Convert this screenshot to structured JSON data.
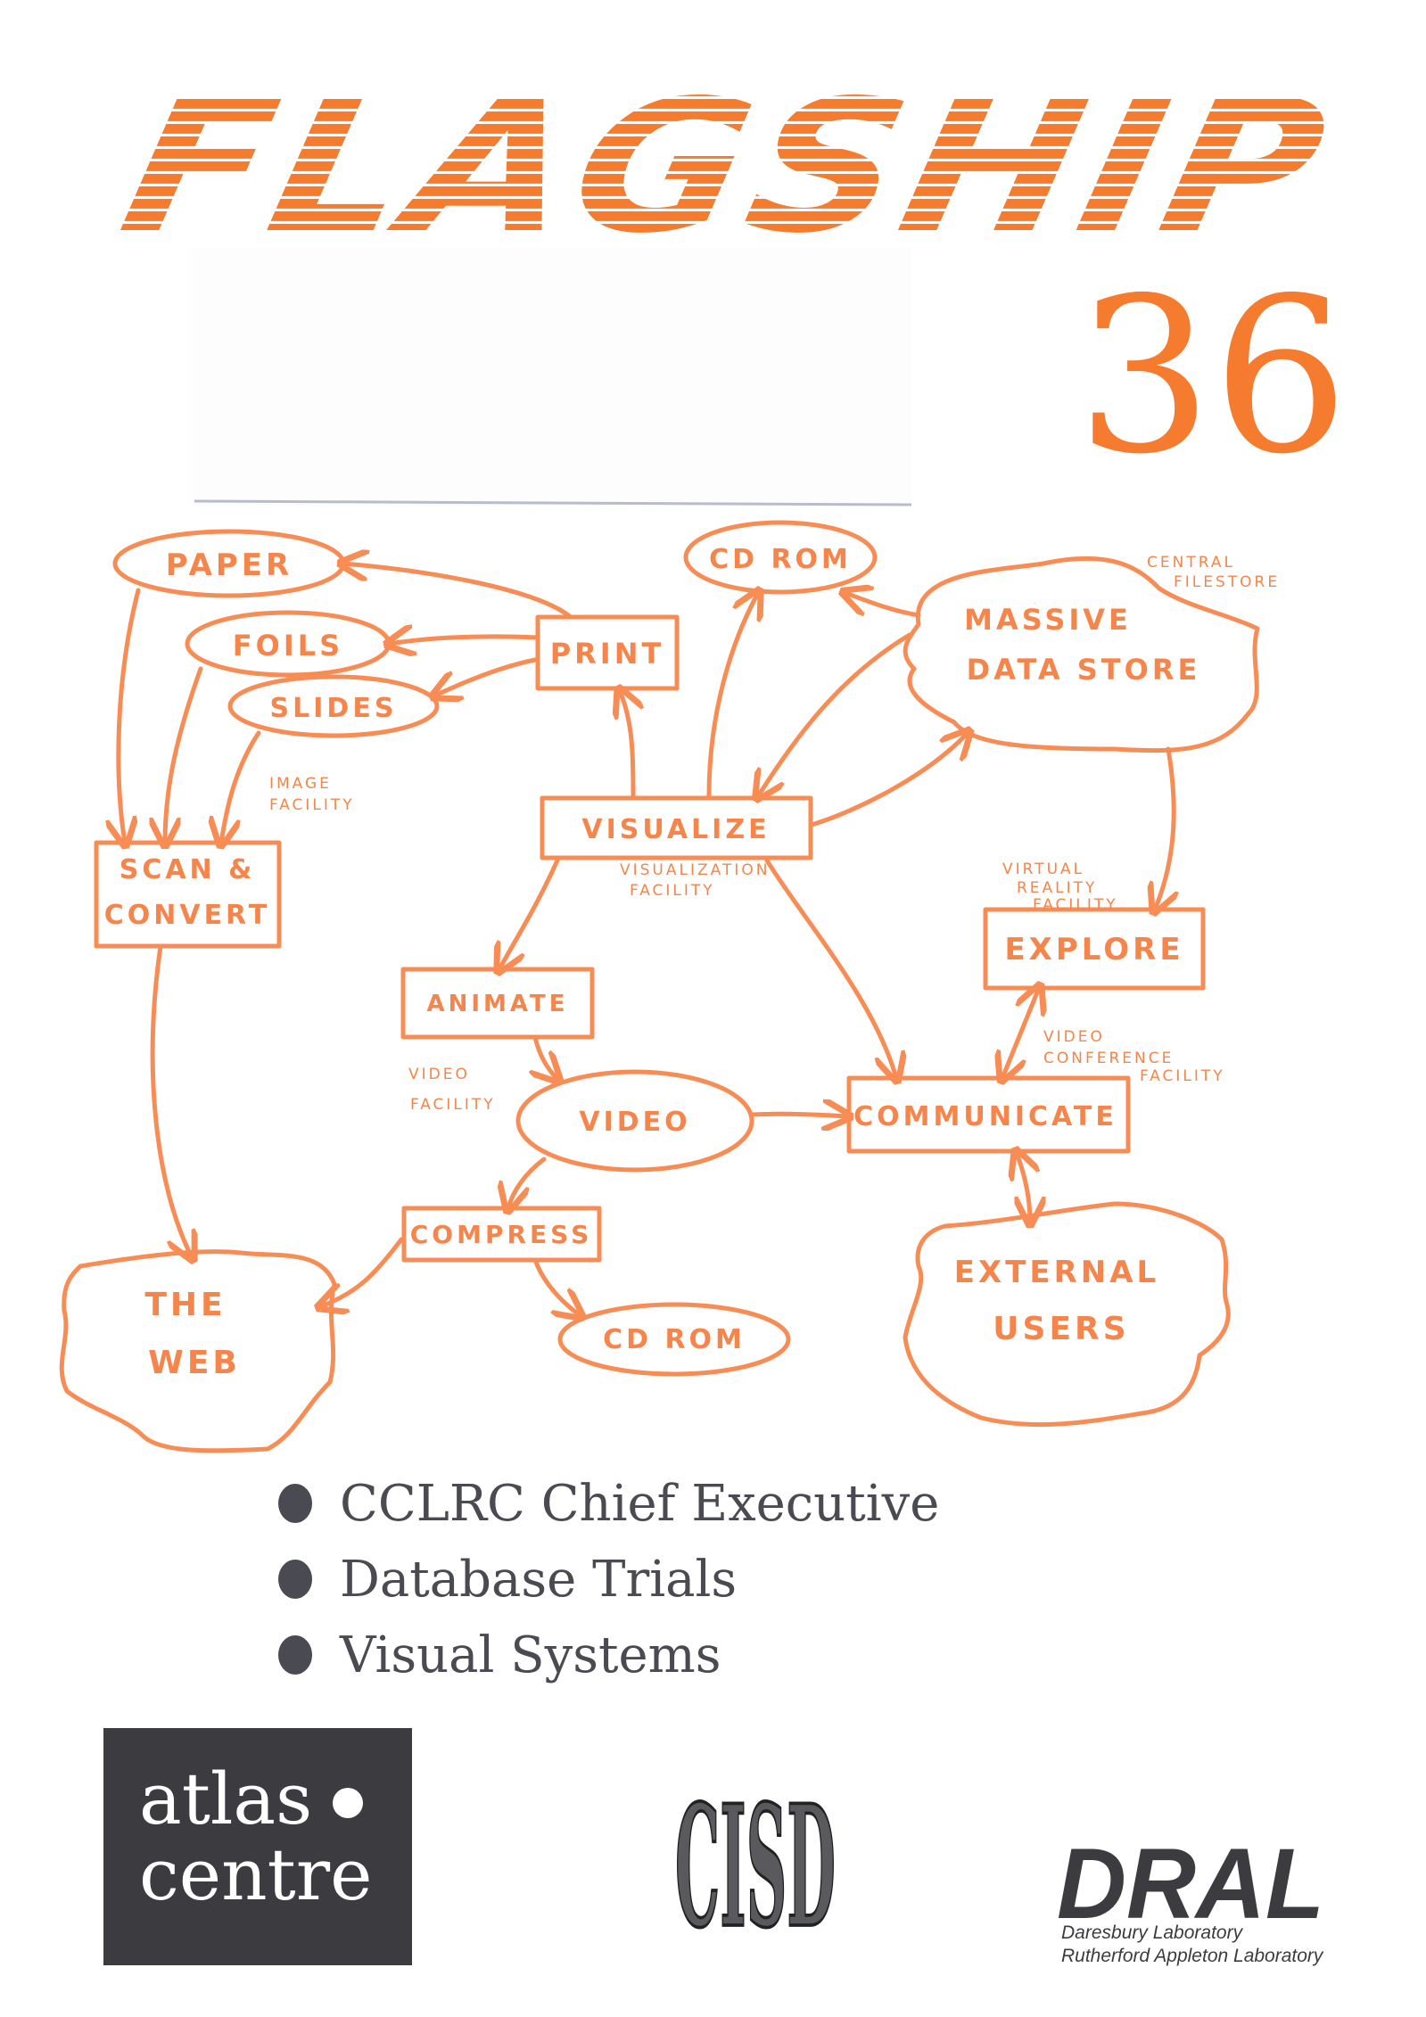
{
  "header": {
    "title": "FLAGSHIP",
    "issue_number": "36"
  },
  "colors": {
    "accent": "#f57b2f",
    "sketch": "#f5854a",
    "dark": "#3c3c40"
  },
  "diagram": {
    "nodes": {
      "paper": "PAPER",
      "foils": "FOILS",
      "slides": "SLIDES",
      "print": "PRINT",
      "cd_rom_top": "CD ROM",
      "massive_1": "MASSIVE",
      "massive_2": "DATA STORE",
      "scan_1": "SCAN &",
      "scan_2": "CONVERT",
      "visualize": "VISUALIZE",
      "explore": "EXPLORE",
      "animate": "ANIMATE",
      "video": "VIDEO",
      "communicate": "COMMUNICATE",
      "compress": "COMPRESS",
      "web_1": "THE",
      "web_2": "WEB",
      "cd_rom_bottom": "CD ROM",
      "external_1": "EXTERNAL",
      "external_2": "USERS"
    },
    "notes": {
      "central_1": "CENTRAL",
      "central_2": "FILESTORE",
      "image_1": "IMAGE",
      "image_2": "FACILITY",
      "vis_1": "VISUALIZATION",
      "vis_2": "FACILITY",
      "vr_1": "VIRTUAL",
      "vr_2": "REALITY",
      "vr_3": "FACILITY",
      "video_1": "VIDEO",
      "video_2": "FACILITY",
      "vc_1": "VIDEO",
      "vc_2": "CONFERENCE",
      "vc_3": "FACILITY"
    }
  },
  "bullets": [
    "CCLRC Chief Executive",
    "Database Trials",
    "Visual Systems"
  ],
  "footer": {
    "atlas_1": "atlas",
    "atlas_2": "centre",
    "cisd": "CISD",
    "dral": "DRAL",
    "dral_line1": "Daresbury Laboratory",
    "dral_line2": "Rutherford Appleton Laboratory"
  }
}
